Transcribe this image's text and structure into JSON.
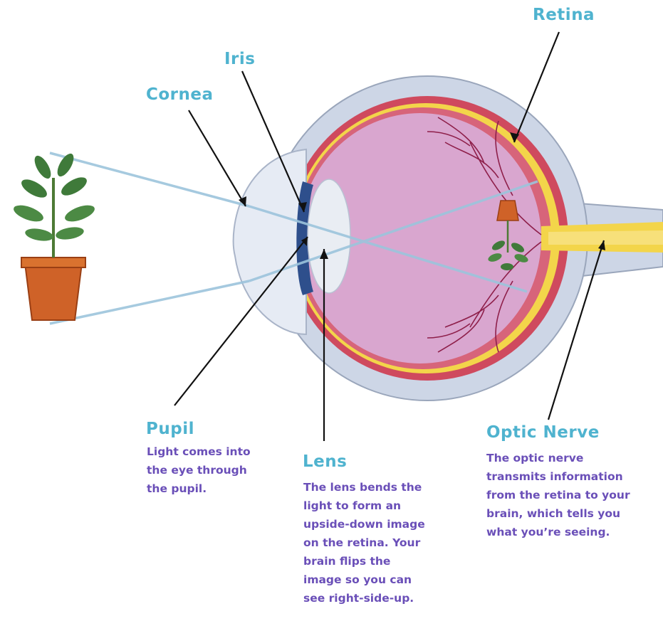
{
  "colors": {
    "label_color": "#4fb3cf",
    "description_color": "#6a4fb8",
    "light_ray": "#9cc4dc",
    "eye_sclera": "#cdd6e6",
    "eye_choroid": "#cf4a5e",
    "eye_interior": "#d9a6cf",
    "retina": "#f3d54a",
    "iris": "#2e4f8c",
    "vessels": "#8e1f4a",
    "pot": "#cf6228",
    "leaves": "#3f7a3a"
  },
  "labels": {
    "retina": "Retina",
    "iris": "Iris",
    "cornea": "Cornea",
    "pupil": "Pupil",
    "lens": "Lens",
    "optic_nerve": "Optic Nerve"
  },
  "descriptions": {
    "pupil": "Light comes into\nthe eye through\nthe pupil.",
    "lens": "The lens bends the\nlight to form an\nupside-down image\non the retina. Your\nbrain flips the\nimage so you can\nsee right-side-up.",
    "optic_nerve": "The optic nerve\ntransmits information\nfrom the retina to your\nbrain, which tells you\nwhat you’re seeing."
  },
  "icons": {
    "plant": "potted-plant-icon",
    "image": "inverted-plant-image-icon"
  }
}
